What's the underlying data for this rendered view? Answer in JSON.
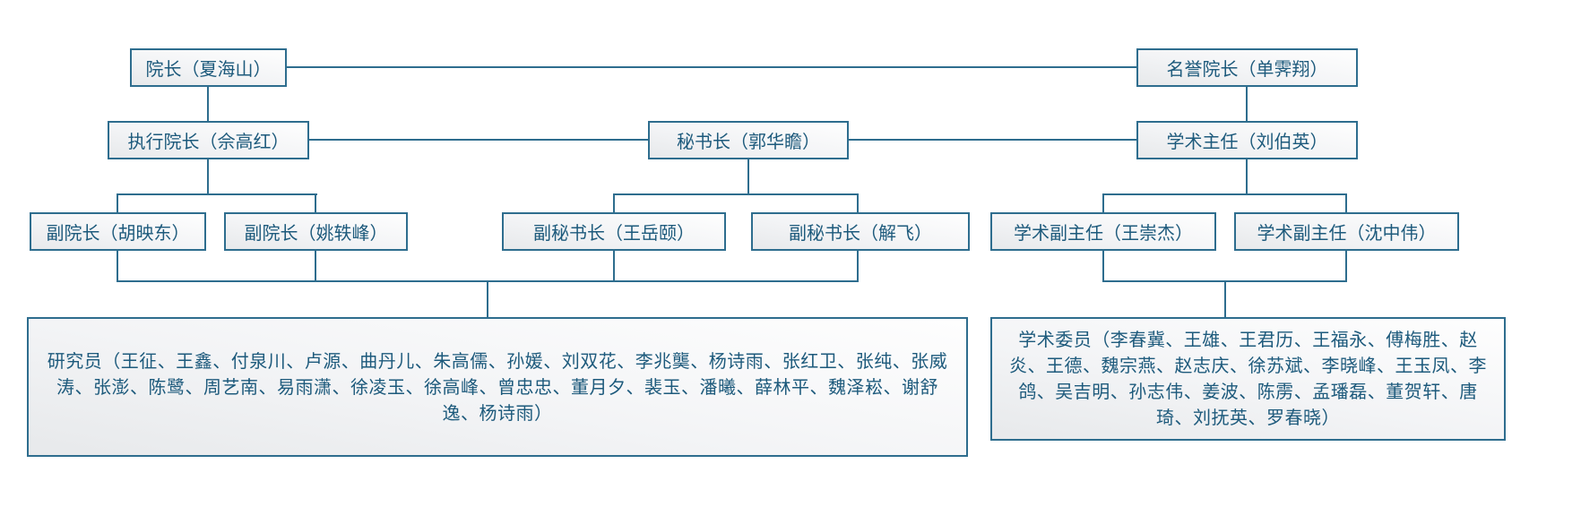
{
  "diagram": {
    "type": "org-chart",
    "colors": {
      "background": "#ffffff",
      "node_border": "#2e6d8e",
      "node_text": "#1d5a7c",
      "connector": "#2e6d8e",
      "node_fill_top": "#fefefe",
      "node_fill_bottom": "#e7e9eb"
    },
    "nodes": {
      "dean": "院长（夏海山）",
      "honorary_dean": "名誉院长（单霁翔）",
      "executive_dean": "执行院长（佘高红）",
      "secretary_general": "秘书长（郭华瞻）",
      "academic_director": "学术主任（刘伯英）",
      "vice_dean_1": "副院长（胡映东）",
      "vice_dean_2": "副院长（姚轶峰）",
      "deputy_secretary_1": "副秘书长（王岳颐）",
      "deputy_secretary_2": "副秘书长（解飞）",
      "deputy_academic_director_1": "学术副主任（王崇杰）",
      "deputy_academic_director_2": "学术副主任（沈中伟）",
      "researchers": "研究员（王征、王鑫、付泉川、卢源、曲丹儿、朱高儒、孙媛、刘双花、李兆龑、杨诗雨、张红卫、张纯、张威涛、张澎、陈鹭、周艺南、易雨潇、徐凌玉、徐高峰、曾忠忠、董月夕、裴玉、潘曦、薛林平、魏泽崧、谢舒逸、杨诗雨）",
      "academic_committee": "学术委员（李春冀、王雄、王君历、王福永、傅梅胜、赵炎、王德、魏宗燕、赵志庆、徐苏斌、李晓峰、王玉凤、李鸽、吴吉明、孙志伟、姜波、陈雳、孟璠磊、董贺轩、唐琦、刘抚英、罗春晓）"
    },
    "edges": [
      [
        "dean",
        "honorary_dean"
      ],
      [
        "dean",
        "executive_dean"
      ],
      [
        "executive_dean",
        "secretary_general"
      ],
      [
        "secretary_general",
        "academic_director"
      ],
      [
        "honorary_dean",
        "academic_director"
      ],
      [
        "executive_dean",
        "vice_dean_1"
      ],
      [
        "executive_dean",
        "vice_dean_2"
      ],
      [
        "secretary_general",
        "deputy_secretary_1"
      ],
      [
        "secretary_general",
        "deputy_secretary_2"
      ],
      [
        "academic_director",
        "deputy_academic_director_1"
      ],
      [
        "academic_director",
        "deputy_academic_director_2"
      ],
      [
        "vice_dean_1",
        "researchers"
      ],
      [
        "vice_dean_2",
        "researchers"
      ],
      [
        "deputy_secretary_1",
        "researchers"
      ],
      [
        "deputy_secretary_2",
        "researchers"
      ],
      [
        "deputy_academic_director_1",
        "academic_committee"
      ],
      [
        "deputy_academic_director_2",
        "academic_committee"
      ]
    ]
  }
}
